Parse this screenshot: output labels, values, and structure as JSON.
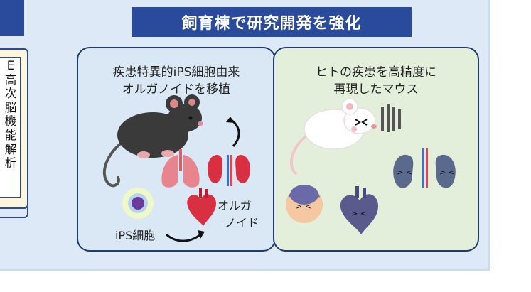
{
  "banner": {
    "title": "飼育棟で研究開発を強化"
  },
  "left_card": {
    "chars": [
      "E",
      "高",
      "次",
      "脳",
      "機",
      "能",
      "解",
      "析"
    ]
  },
  "panel_left": {
    "title_line1": "疾患特異的iPS細胞由来",
    "title_line2": "オルガノイドを移植",
    "label_ips": "iPS細胞",
    "label_organoid_line1": "オルガ",
    "label_organoid_line2": "ノイド"
  },
  "panel_right": {
    "title_line1": "ヒトの疾患を高精度に",
    "title_line2": "再現したマウス"
  },
  "colors": {
    "navy": "#2a4a9c",
    "outline": "#1e3a6e",
    "left_bg": "#dae8f6",
    "right_bg": "#e3efda",
    "page_bg": "#dde9f7"
  }
}
